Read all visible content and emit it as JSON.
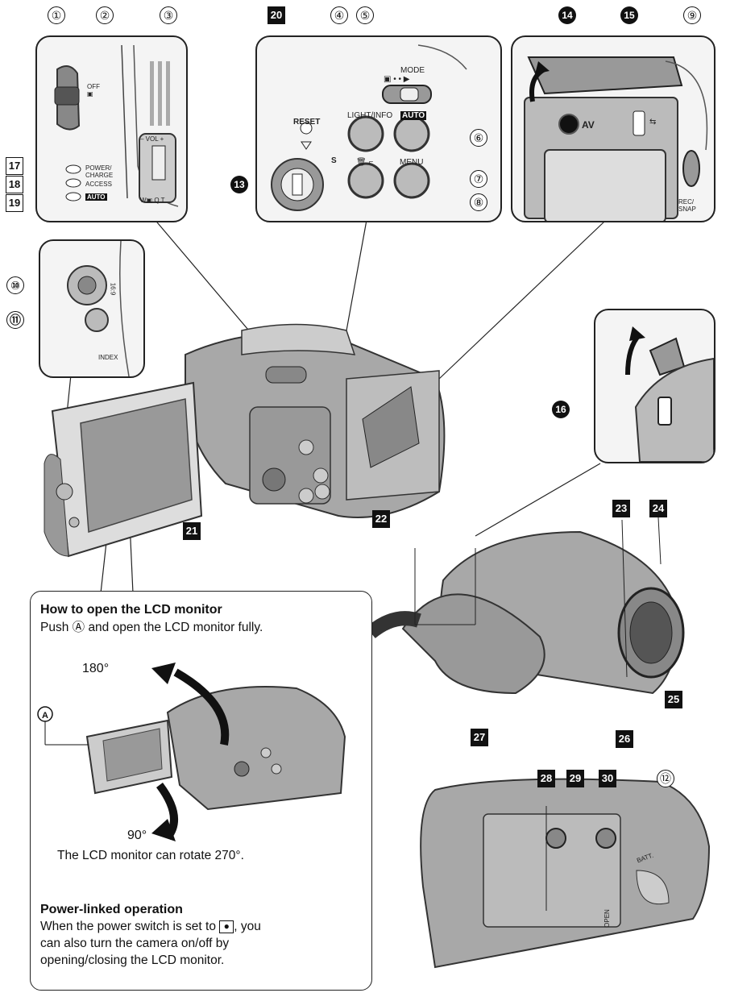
{
  "panels": {
    "top_left": {
      "off_label": "OFF",
      "vol_label": "– VOL +",
      "zoom_label": "W▣ Q T",
      "led_labels": [
        "POWER/ CHARGE",
        "ACCESS",
        "AUTO"
      ]
    },
    "top_middle": {
      "mode_label": "MODE",
      "reset_label": "RESET",
      "s_label": "S",
      "light_info_label": "LIGHT/INFO",
      "auto_label": "AUTO",
      "menu_label": "MENU"
    },
    "top_right": {
      "av_label": "AV",
      "rec_snap_label": "REC/ SNAP"
    },
    "side_left": {
      "ratio_label": "16:9",
      "index_label": "INDEX"
    },
    "bottom_right": {
      "batt_label": "BATT.",
      "open_label": "OPEN"
    }
  },
  "callouts": {
    "circled": [
      "①",
      "②",
      "③",
      "④",
      "⑤",
      "⑥",
      "⑦",
      "⑧",
      "⑨",
      "⑩",
      "⑪",
      "⑫"
    ],
    "black_circled": [
      "13",
      "14",
      "15",
      "16"
    ],
    "boxed": [
      "17",
      "18",
      "19",
      "20",
      "21",
      "22",
      "23",
      "24",
      "25",
      "26",
      "27",
      "28",
      "29",
      "30"
    ]
  },
  "info_box": {
    "heading1": "How to open the LCD monitor",
    "text1": "Push Ⓐ and open the LCD monitor fully.",
    "angle_180": "180°",
    "angle_90": "90°",
    "marker_a": "A",
    "rotate_text": "The LCD monitor can rotate 270°.",
    "heading2": "Power-linked operation",
    "text2_a": "When the power switch is set to",
    "text2_b": ", you",
    "text2_c": "can also turn the camera on/off by",
    "text2_d": "opening/closing the LCD monitor."
  }
}
